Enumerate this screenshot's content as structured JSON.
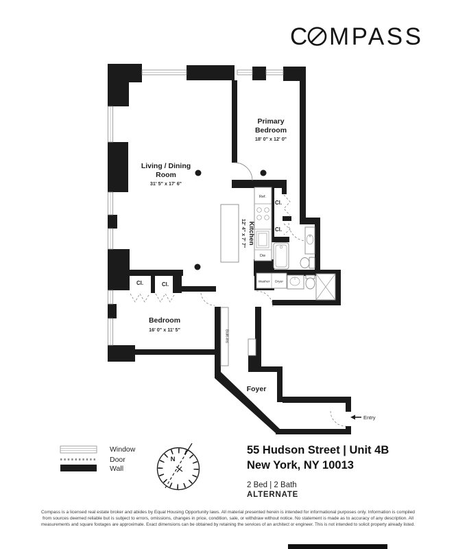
{
  "brand": {
    "logo_c": "C",
    "logo_rest": "MPASS"
  },
  "listing": {
    "address_line1": "55 Hudson Street | Unit 4B",
    "address_line2": "New York, NY 10013",
    "beds_baths": "2 Bed | 2 Bath",
    "plan_variant": "ALTERNATE"
  },
  "rooms": {
    "living": {
      "line1": "Living / Dining",
      "line2": "Room",
      "dims": "31' 5\" x 17' 6\""
    },
    "primary": {
      "line1": "Primary",
      "line2": "Bedroom",
      "dims": "18' 0\" x 12' 0\""
    },
    "bedroom": {
      "name": "Bedroom",
      "dims": "16' 0\" x 11' 5\""
    },
    "kitchen": {
      "name": "Kitchen",
      "dims": "12' 4\" x 7' 7\""
    },
    "foyer": {
      "name": "Foyer"
    }
  },
  "fixtures": {
    "ref": "Ref.",
    "dw": "Dw",
    "washer": "Washer",
    "dryer": "Dryer",
    "builtins": "Built-ins",
    "closet": "Cl."
  },
  "annotations": {
    "entry": "Entry",
    "north": "N"
  },
  "legend": {
    "window": "Window",
    "door": "Door",
    "wall": "Wall"
  },
  "disclaimer": {
    "line1": "Compass is a licensed real estate broker and abides by Equal Housing Opportunity laws. All material presented herein is intended for informational purposes only. Information is compiled",
    "line2": "from sources deemed reliable but is subject to errors, omissions, changes in price, condition, sale, or withdraw without notice. No statement is made as to accuracy of any description. All",
    "line3": "measurements and square footages are approximate. Exact dimensions can be obtained by retaining the services of an architect or engineer. This is not intended to solicit property already listed."
  },
  "colors": {
    "wall": "#1b1b1b",
    "text": "#1d1d1d",
    "line_gray": "#8a8a8a",
    "background": "#ffffff"
  }
}
